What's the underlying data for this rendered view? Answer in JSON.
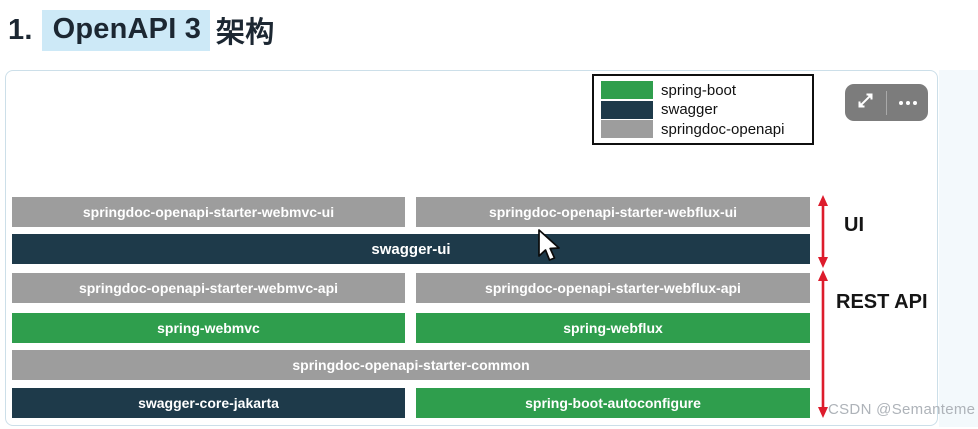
{
  "heading": {
    "number": "1.",
    "highlighted": "OpenAPI 3",
    "suffix": "架构"
  },
  "viewer": {
    "toolbar": {
      "icons": [
        {
          "name": "expand-icon"
        },
        {
          "name": "ellipsis-icon"
        }
      ]
    },
    "legend": {
      "items": [
        {
          "label": "spring-boot",
          "color": "#2f9e4d"
        },
        {
          "label": "swagger",
          "color": "#1e3a4a"
        },
        {
          "label": "springdoc-openapi",
          "color": "#9d9d9d"
        }
      ]
    },
    "diagram": {
      "blocks": {
        "r1c1": "springdoc-openapi-starter-webmvc-ui",
        "r1c2": "springdoc-openapi-starter-webflux-ui",
        "r2": "swagger-ui",
        "r3c1": "springdoc-openapi-starter-webmvc-api",
        "r3c2": "springdoc-openapi-starter-webflux-api",
        "r4c1": "spring-webmvc",
        "r4c2": "spring-webflux",
        "r5": "springdoc-openapi-starter-common",
        "r6c1": "swagger-core-jakarta",
        "r6c2": "spring-boot-autoconfigure"
      },
      "annotations": {
        "ui": "UI",
        "rest_api": "REST API"
      },
      "arrow_color": "#dd1c2c"
    }
  },
  "watermark": "CSDN @Semanteme"
}
